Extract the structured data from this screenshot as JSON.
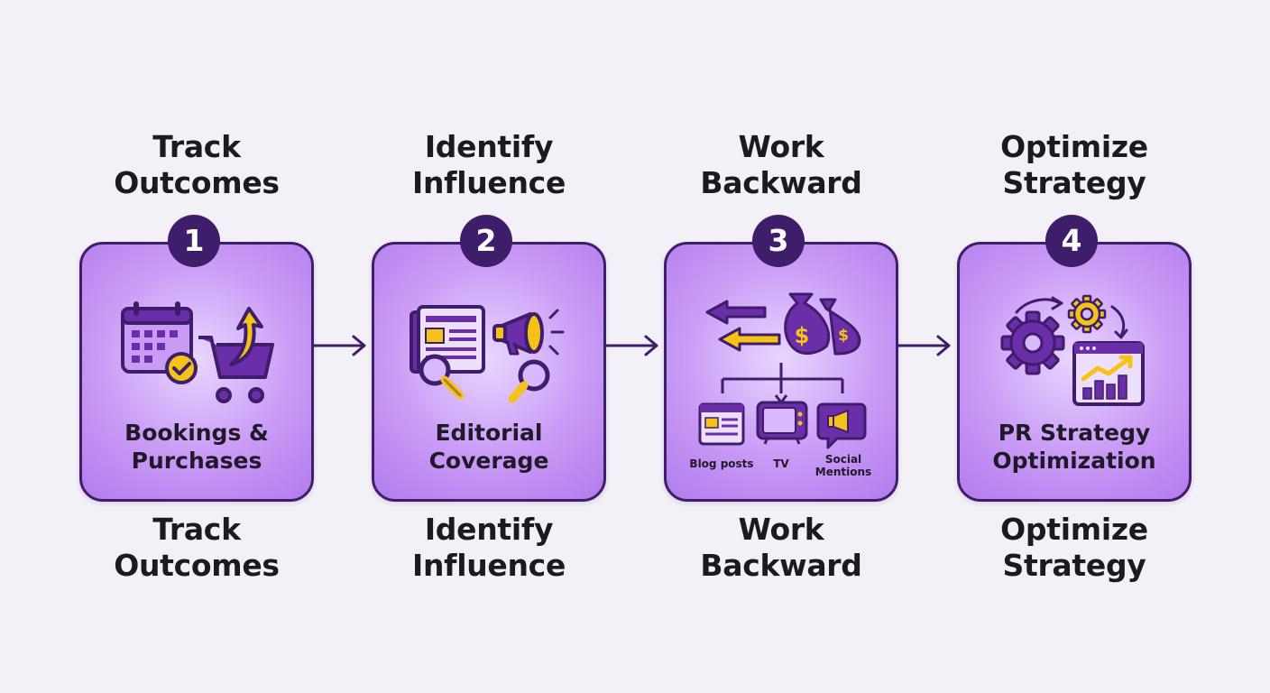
{
  "steps": [
    {
      "number": "1",
      "title_top": [
        "Track",
        "Outcomes"
      ],
      "label": [
        "Bookings &",
        "Purchases"
      ],
      "title_bottom": [
        "Track",
        "Outcomes"
      ]
    },
    {
      "number": "2",
      "title_top": [
        "Identify",
        "Influence"
      ],
      "label": [
        "Editorial",
        "Coverage"
      ],
      "title_bottom": [
        "Identify",
        "Influence"
      ]
    },
    {
      "number": "3",
      "title_top": [
        "Work",
        "Backward"
      ],
      "label": [],
      "title_bottom": [
        "Work",
        "Backward"
      ],
      "channels": [
        "Blog posts",
        "TV",
        "Social",
        "Mentions"
      ]
    },
    {
      "number": "4",
      "title_top": [
        "Optimize",
        "Strategy"
      ],
      "label": [
        "PR Strategy",
        "Optimization"
      ],
      "title_bottom": [
        "Optimize",
        "Strategy"
      ]
    }
  ],
  "icons": {
    "step1": [
      "calendar-icon",
      "checkmark-icon",
      "shopping-cart-icon",
      "upward-arrow-icon"
    ],
    "step2": [
      "newspaper-icon",
      "megaphone-icon",
      "magnifier-icon"
    ],
    "step3": [
      "left-arrows-icon",
      "money-bags-icon",
      "blog-window-icon",
      "tv-icon",
      "social-megaphone-icon"
    ],
    "step4": [
      "gear-icon",
      "cycle-arrows-icon",
      "growth-chart-icon"
    ]
  },
  "colors": {
    "dark_purple": "#3e1e6b",
    "card_purple": "#c99af5",
    "icon_purple": "#6a2fa8",
    "accent_yellow": "#f5c318",
    "background": "#f3f1f8"
  }
}
